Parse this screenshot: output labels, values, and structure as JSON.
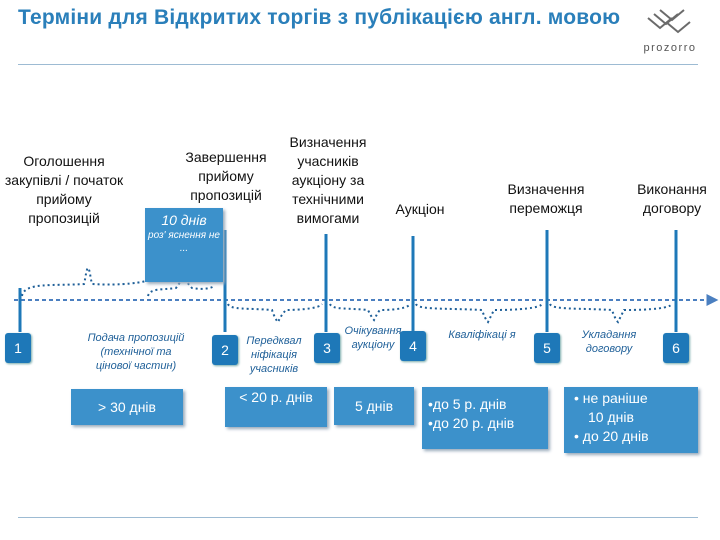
{
  "header": {
    "title": "Терміни для Відкритих торгів з публікацією англ. мовою",
    "logo_text": "prozorro"
  },
  "stages": [
    {
      "number": "1",
      "label": "Оголошення закупівлі / початок прийому пропозицій"
    },
    {
      "number": "2",
      "label": "Завершення прийому пропозицій"
    },
    {
      "number": "3",
      "label": "Визначення учасників аукціону за технічними вимогами"
    },
    {
      "number": "4",
      "label": "Аукціон"
    },
    {
      "number": "5",
      "label": "Визначення переможця"
    },
    {
      "number": "6",
      "label": "Виконання договору"
    }
  ],
  "phases": [
    "Подача пропозицій (технічної та цінової частин)",
    "Передквал ніфікація учасників",
    "Очікування аукціону",
    "Кваліфікаці я",
    "Укладання договору"
  ],
  "clarification": {
    "days": "10 днів",
    "text": "роз' яснення не ..."
  },
  "durations": {
    "d1": "> 30 днів",
    "d2": "< 20 р. днів",
    "d3": "5 днів",
    "d4": [
      "•до 5 р. днів",
      "•до 20 р. днів"
    ],
    "d5": [
      "• не раніше",
      "10 днів",
      "• до 20 днів"
    ]
  },
  "colors": {
    "title": "#2a7fba",
    "marker": "#1e78b8",
    "box": "#3c91cb",
    "arrow": "#4b7fc0",
    "phase_text": "#1e5f98"
  }
}
